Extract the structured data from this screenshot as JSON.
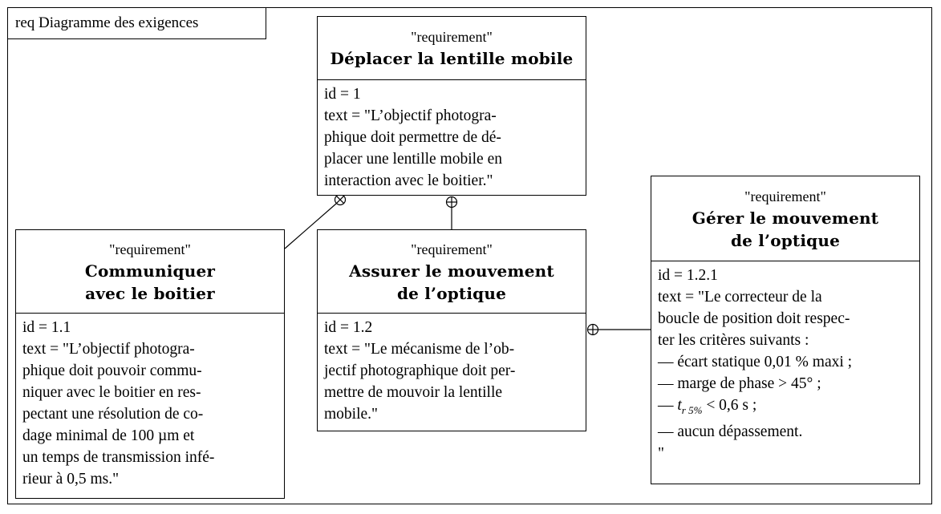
{
  "frame": {
    "label": "req Diagramme des exigences"
  },
  "requirements": [
    {
      "stereotype": "\"requirement\"",
      "name": "Déplacer la lentille mobile",
      "id": "id = 1",
      "text_lines": [
        "text = \"L’objectif photogra-",
        "phique doit permettre de dé-",
        "placer une lentille mobile en",
        "interaction avec le boitier.\""
      ]
    },
    {
      "stereotype": "\"requirement\"",
      "name": "Communiquer\navec le boitier",
      "id": "id = 1.1",
      "text_lines": [
        "text = \"L’objectif photogra-",
        "phique doit pouvoir commu-",
        "niquer avec le boitier en res-",
        "pectant une résolution de co-",
        "dage minimal de 100 µm et",
        "un temps de transmission infé-",
        "rieur à 0,5 ms.\""
      ]
    },
    {
      "stereotype": "\"requirement\"",
      "name": "Assurer le mouvement\nde l’optique",
      "id": "id = 1.2",
      "text_lines": [
        "text = \"Le mécanisme de l’ob-",
        "jectif photographique doit per-",
        "mettre de mouvoir la lentille",
        "mobile.\""
      ]
    },
    {
      "stereotype": "\"requirement\"",
      "name": "Gérer le mouvement\nde l’optique",
      "id": "id = 1.2.1",
      "text_lines": [
        "text = \"Le correcteur de la",
        "boucle de position doit respec-",
        "ter les critères suivants :",
        "— écart statique 0,01 % maxi ;",
        "— marge de phase > 45° ;",
        "— t",
        "— aucun dépassement.",
        "\""
      ],
      "tr_symbol": "t",
      "tr_subscript": "r 5%",
      "tr_suffix": " < 0,6 s ;"
    }
  ]
}
